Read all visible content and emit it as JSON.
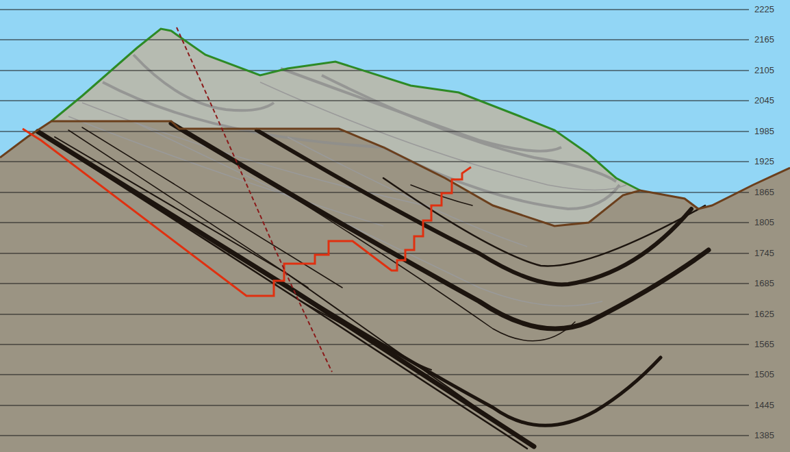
{
  "diagram": {
    "labels": [
      "2225",
      "2165",
      "2105",
      "2045",
      "1985",
      "1925",
      "1865",
      "1805",
      "1745",
      "1685",
      "1625",
      "1565",
      "1505",
      "1445",
      "1385"
    ]
  }
}
